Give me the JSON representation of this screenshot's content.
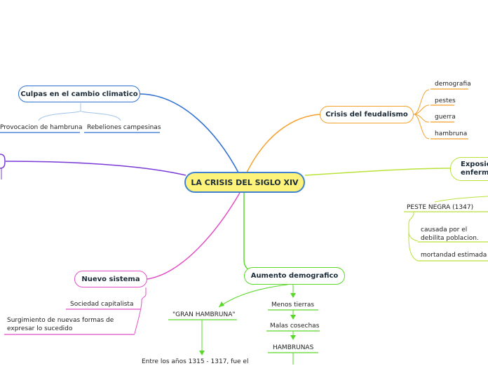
{
  "central": "LA CRISIS DEL SIGLO XIV",
  "branches": {
    "culpas": {
      "title": "Culpas en el cambio climatico",
      "color": "#2f6fd2",
      "children": [
        "Provocacion de hambruna",
        "Rebeliones campesinas"
      ]
    },
    "feudalismo": {
      "title": "Crisis del feudalismo",
      "color": "#f5a02a",
      "children": [
        "demografia",
        "pestes",
        "guerra",
        "hambruna"
      ]
    },
    "exposicion": {
      "title_line1": "Exposici",
      "title_line2": "enferme",
      "color": "#b9e23a",
      "peste": "PESTE NEGRA (1347)",
      "children": [
        "causada por el debilita poblacion.",
        "mortandad estimada c"
      ]
    },
    "aumento": {
      "title": "Aumento demografico",
      "color": "#5ad82a",
      "gran": "\"GRAN HAMBRUNA\"",
      "gran_child": "Entre los años 1315 - 1317, fue el",
      "chain": [
        "Menos tierras",
        "Malas cosechas",
        "HAMBRUNAS"
      ]
    },
    "nuevo": {
      "title": "Nuevo sistema",
      "color": "#e04fc6",
      "children": [
        "Sociedad capitalista",
        "Surgimiento de nuevas formas de expresar lo sucedido"
      ]
    },
    "left": {
      "color": "#7a3ad8"
    }
  }
}
